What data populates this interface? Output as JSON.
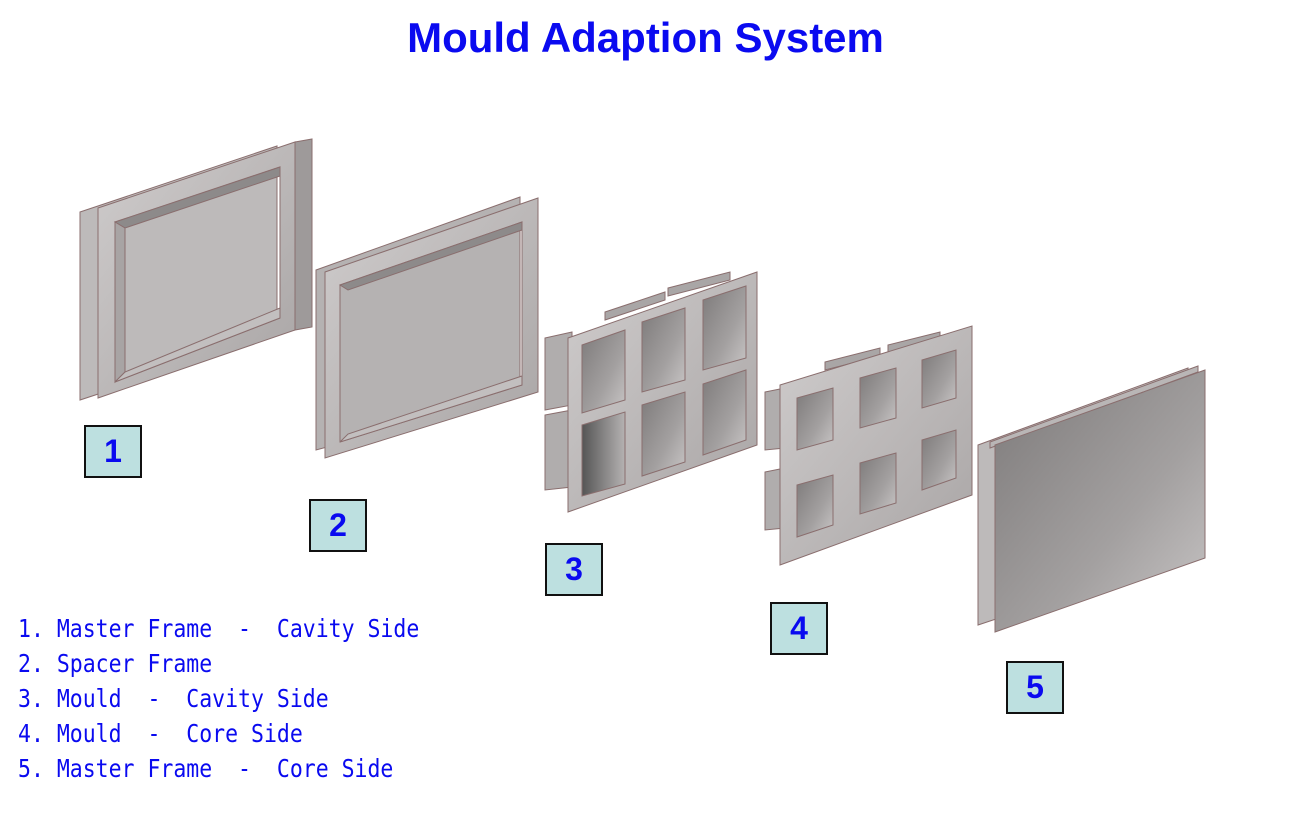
{
  "title": "Mould Adaption System",
  "parts": [
    {
      "number": "1",
      "name": "Master Frame - Cavity Side"
    },
    {
      "number": "2",
      "name": "Spacer Frame"
    },
    {
      "number": "3",
      "name": "Mould - Cavity Side"
    },
    {
      "number": "4",
      "name": "Mould - Core Side"
    },
    {
      "number": "5",
      "name": "Master Frame - Core Side"
    }
  ],
  "legend": [
    "1. Master Frame  -  Cavity Side",
    "2. Spacer Frame",
    "3. Mould  -  Cavity Side",
    "4. Mould  -  Core Side",
    "5. Master Frame  -  Core Side"
  ],
  "colors": {
    "title": "#0a0af0",
    "label_bg": "#bde0e0"
  }
}
